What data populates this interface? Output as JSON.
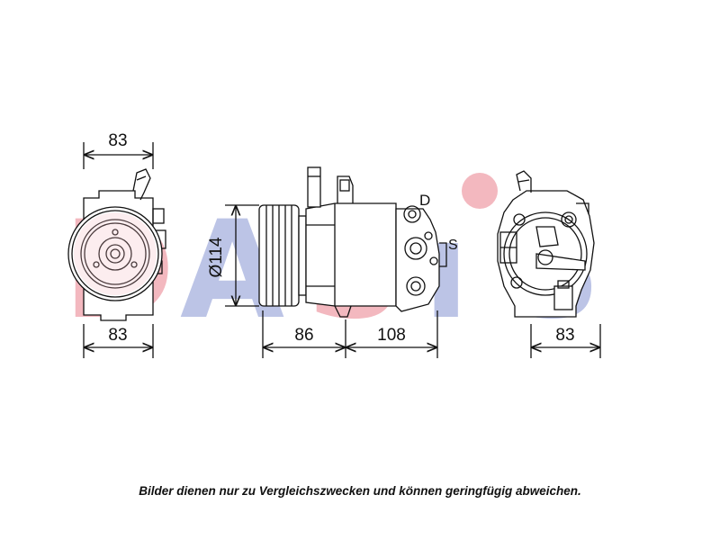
{
  "watermark": {
    "text": "DASIS",
    "letter_colors": [
      "#f3b8bf",
      "#bcc4e6",
      "#f3b8bf",
      "#bcc4e6",
      "#bcc4e6"
    ],
    "dot_color": "#f3b8bf"
  },
  "dimensions": {
    "front_top": "83",
    "front_bottom": "83",
    "side_diameter": "Ø114",
    "side_left": "86",
    "side_right": "108",
    "rear_bottom": "83"
  },
  "port_labels": {
    "discharge": "D",
    "suction": "S"
  },
  "caption": "Bilder dienen nur zu Vergleichszwecken und können geringfügig abweichen."
}
